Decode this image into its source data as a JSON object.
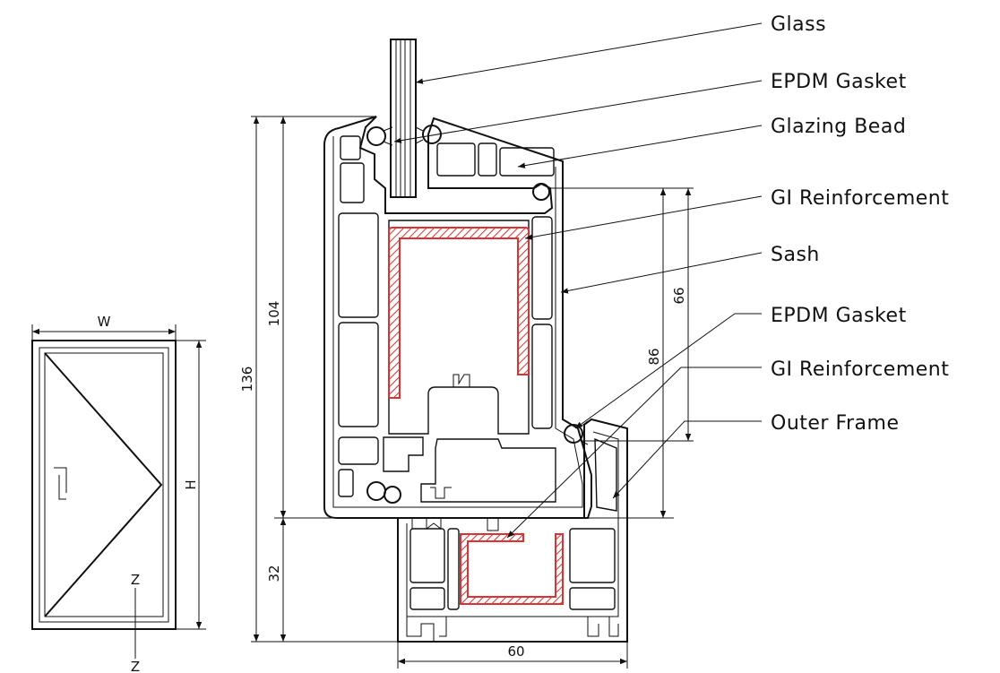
{
  "labels": {
    "glass": "Glass",
    "epdm_gasket_1": "EPDM Gasket",
    "glazing_bead": "Glazing Bead",
    "gi_reinforcement_1": "GI Reinforcement",
    "sash": "Sash",
    "epdm_gasket_2": "EPDM Gasket",
    "gi_reinforcement_2": "GI Reinforcement",
    "outer_frame": "Outer Frame"
  },
  "dimensions": {
    "d136": "136",
    "d104": "104",
    "d32": "32",
    "d86": "86",
    "d66": "66",
    "d60": "60"
  },
  "elevation": {
    "width": "W",
    "height": "H",
    "section_top": "Z",
    "section_bottom": "Z"
  },
  "colors": {
    "reinforcement": "#e03030",
    "line": "#111111"
  }
}
